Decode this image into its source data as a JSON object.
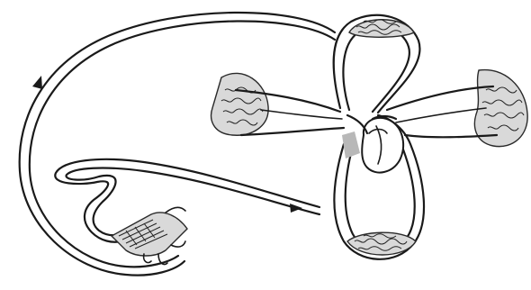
{
  "diagram": {
    "kind": "circulatory-system-sketch",
    "style": "black-and-white line drawing",
    "colors": {
      "ink": "#1a1a1a",
      "tissue_fill": "#d9d9d9",
      "background": "#ffffff"
    },
    "parts": [
      {
        "name": "heart",
        "icon": "heart-icon"
      },
      {
        "name": "upper-capillary-bed",
        "icon": "capillary-bed-icon"
      },
      {
        "name": "lower-capillary-bed",
        "icon": "capillary-bed-icon"
      },
      {
        "name": "left-capillary-bed",
        "icon": "capillary-bed-icon"
      },
      {
        "name": "right-capillary-bed",
        "icon": "capillary-bed-icon"
      },
      {
        "name": "intestine-organ",
        "icon": "intestine-icon"
      },
      {
        "name": "systemic-loop",
        "icon": "vessel-loop-icon"
      }
    ]
  }
}
